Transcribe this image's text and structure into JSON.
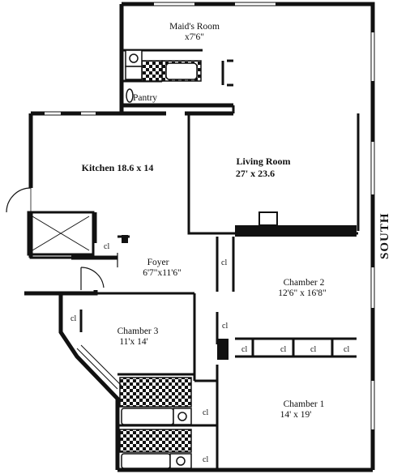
{
  "rooms": {
    "maids": {
      "name": "Maid's Room",
      "dims": "x7'6\""
    },
    "pantry": {
      "name": "Pantry"
    },
    "kitchen": {
      "name": "Kitchen 18.6 x 14"
    },
    "living": {
      "name": "Living Room",
      "dims": "27' x 23.6"
    },
    "foyer": {
      "name": "Foyer",
      "dims": "6'7\"x11'6\""
    },
    "chamber2": {
      "name": "Chamber 2",
      "dims": "12'6\" x 16'8\""
    },
    "chamber3": {
      "name": "Chamber 3",
      "dims": "11'x 14'"
    },
    "chamber1": {
      "name": "Chamber 1",
      "dims": "14' x 19'"
    }
  },
  "closet_label": "cl",
  "orientation": "SOUTH",
  "colors": {
    "wall": "#111111",
    "background": "#ffffff"
  }
}
